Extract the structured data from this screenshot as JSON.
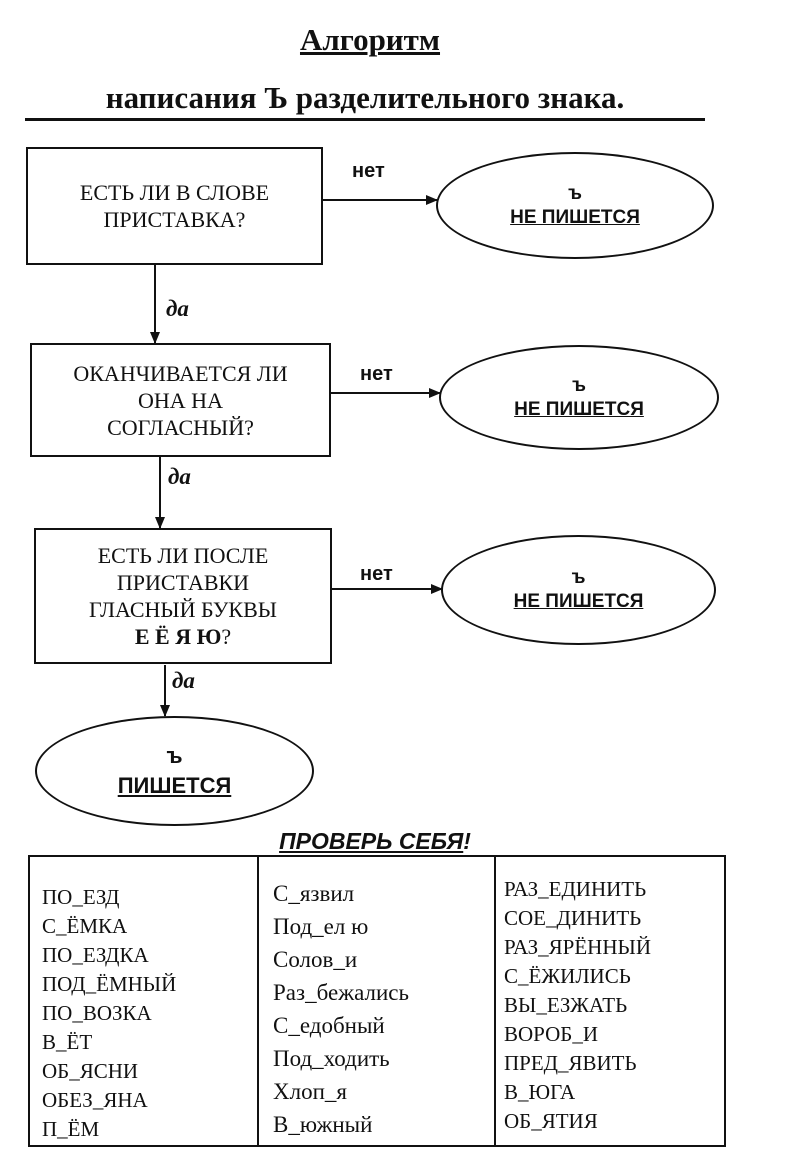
{
  "title": {
    "line1": "Алгоритм",
    "line2_prefix": "написания ",
    "line2_letter": "Ъ",
    "line2_suffix": " разделительного знака."
  },
  "flow": {
    "q1": "ЕСТЬ ЛИ В СЛОВЕ ПРИСТАВКА?",
    "q2": "ОКАНЧИВАЕТСЯ ЛИ ОНА НА СОГЛАСНЫЙ?",
    "q3": "ЕСТЬ ЛИ ПОСЛЕ ПРИСТАВКИ ГЛАСНЫЙ БУКВЫ",
    "q3_letters": "Е Ё Я Ю",
    "q3_mark": "?",
    "no_label": "нет",
    "yes_label": "да",
    "sign": "ъ",
    "not_written": "НЕ ПИШЕТСЯ",
    "written": "ПИШЕТСЯ"
  },
  "check": {
    "title": "ПРОВЕРЬ СЕБЯ",
    "excl": "!",
    "col1": [
      "ПО_ЕЗД",
      "С_ЁМКА",
      "ПО_ЕЗДКА",
      "ПОД_ЁМНЫЙ",
      "ПО_ВОЗКА",
      "В_ЁТ",
      "ОБ_ЯСНИ",
      "ОБЕЗ_ЯНА",
      "П_ЁМ"
    ],
    "col2": [
      "С_язвил",
      "Под_ел ю",
      "Солов_и",
      "Раз_бежались",
      "С_едобный",
      "Под_ходить",
      "Хлоп_я",
      "В_южный"
    ],
    "col3": [
      "РАЗ_ЕДИНИТЬ",
      "СОЕ_ДИНИТЬ",
      "РАЗ_ЯРЁННЫЙ",
      "С_ЁЖИЛИСЬ",
      "ВЫ_ЕЗЖАТЬ",
      "ВОРОБ_И",
      "ПРЕД_ЯВИТЬ",
      "В_ЮГА",
      "ОБ_ЯТИЯ"
    ]
  }
}
